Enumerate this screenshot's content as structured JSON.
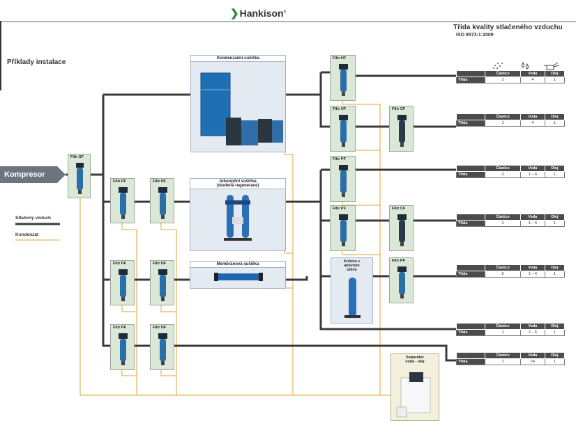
{
  "brand": {
    "chevron": "❯",
    "name": "Hankison",
    "mark": "®"
  },
  "header": {
    "title": "Třída kvality stlačeného vzduchu",
    "subtitle": "ISO 8573-1:2009"
  },
  "section_title": "Příklady instalace",
  "compressor_label": "Kompresor",
  "legend": {
    "air_label": "Stlačený vzduch",
    "condensate_label": "Kondenzát",
    "air_color": "#3a3a3a",
    "condensate_color": "#e0a23c"
  },
  "colors": {
    "filter_bg": "#dbe8d8",
    "dryer_bg": "#e3eaf1",
    "filter_body": "#2b6fa8",
    "filter_head": "#1e2b38",
    "table_dark": "#4c4c4c",
    "accent_green": "#2e8b2e"
  },
  "dryers": {
    "refrigerated": "Kondenzační sušička",
    "adsorption_line1": "Adsorpční sušička",
    "adsorption_line2": "(studená regenerace)",
    "membrane": "Membránová sušička"
  },
  "filters": {
    "sf": "Filtr SF",
    "pf_a": "Filtr PF",
    "hf_a": "Filtr HF",
    "pf_b": "Filtr PF",
    "hf_b": "Filtr HF",
    "pf_c": "Filtr PF",
    "hf_c": "Filtr HF",
    "hf_1": "Filtr HF",
    "uf_2": "Filtr UF",
    "cf_2": "Filtr CF",
    "pf_3": "Filtr PF",
    "pf_4": "Filtr PF",
    "cf_4": "Filtr CF",
    "pf_5": "Filtr PF"
  },
  "carbon_column": {
    "line1": "Kolona s",
    "line2": "aktivním",
    "line3": "uhlím"
  },
  "separator": {
    "line1": "Separátor",
    "line2": "voda - olej"
  },
  "table_header": {
    "row_label": "Třída",
    "particles": "Částice",
    "water": "Voda",
    "oil": "Olej"
  },
  "quality_rows": [
    {
      "particles": "1",
      "water": "4",
      "oil": "1"
    },
    {
      "particles": "1",
      "water": "4",
      "oil": "1"
    },
    {
      "particles": "2",
      "water": "1 – 4",
      "oil": "1"
    },
    {
      "particles": "1",
      "water": "1 – 4",
      "oil": "1"
    },
    {
      "particles": "2",
      "water": "1 – 4",
      "oil": "1"
    },
    {
      "particles": "1",
      "water": "2 – 6",
      "oil": "1"
    },
    {
      "particles": "1",
      "water": ">6",
      "oil": "1"
    }
  ],
  "icons": [
    "particles-icon",
    "water-drops-icon",
    "oil-can-icon"
  ]
}
